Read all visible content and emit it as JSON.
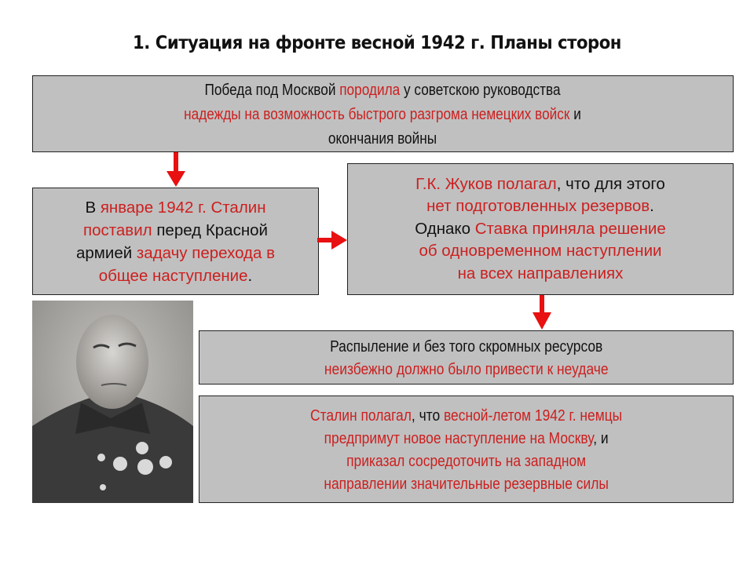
{
  "title": "1. Ситуация на фронте весной 1942 г. Планы сторон",
  "colors": {
    "accent_red": "#cc1f1f",
    "box_fill": "#c0c0c0",
    "arrow_red": "#e81010"
  },
  "box1": {
    "l1a": "Победа под Москвой ",
    "l1b": "породила",
    "l1c": " у советскою руководства",
    "l2a": "надежды на возможность быстрого разгрома немецких войск",
    "l2b": " и",
    "l3": "окончания войны"
  },
  "box2": {
    "l1a": "В ",
    "l1b": "январе 1942 г. Сталин",
    "l2a": "поставил",
    "l2b": " перед Красной",
    "l3a": "армией ",
    "l3b": "задачу перехода в",
    "l4a": "общее наступление",
    "l4b": "."
  },
  "box3": {
    "l1a": "Г.К. Жуков полагал",
    "l1b": ", что для этого",
    "l2a": "нет подготовленных резервов",
    "l2b": ".",
    "l3a": "Однако ",
    "l3b": "Ставка приняла решение",
    "l4": "об одновременном наступлении",
    "l5": "на всех направлениях"
  },
  "box4": {
    "l1": "Распыление и без того скромных ресурсов",
    "l2": "неизбежно должно было привести к неудаче"
  },
  "box5": {
    "l1a": "Сталин полагал",
    "l1b": ", что ",
    "l1c": "весной-летом 1942 г. немцы",
    "l2a": "предпримут новое наступление на Москву",
    "l2b": ", и",
    "l3": "приказал сосредоточить на западном",
    "l4": "направлении значительные резервные силы"
  },
  "photo": {
    "subject": "portrait-photo",
    "caption": ""
  }
}
